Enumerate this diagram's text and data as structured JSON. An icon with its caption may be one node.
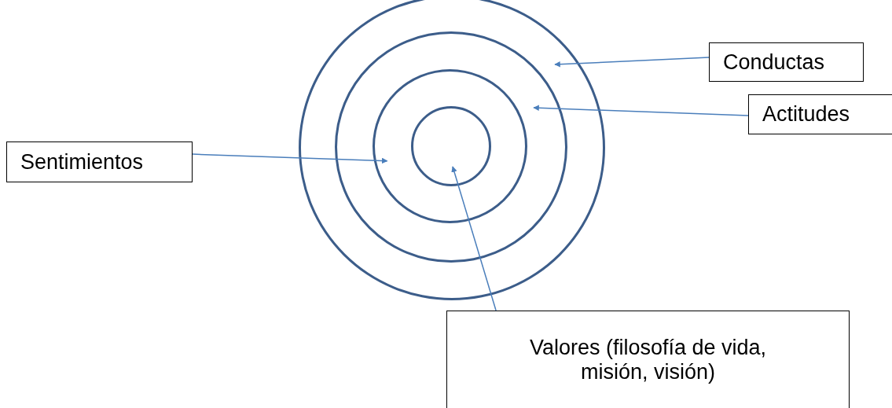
{
  "diagram": {
    "nodes": [
      {
        "text": [],
        "shape": "circle"
      },
      {
        "text": [],
        "shape": "circle",
        "in": 0
      },
      {
        "text": [],
        "shape": "circle",
        "in": 1
      },
      {
        "text": [],
        "shape": "circle",
        "in": 2
      },
      {
        "text": [
          "Conductas"
        ]
      },
      {
        "text": [
          "Actitudes"
        ]
      },
      {
        "text": [
          "Sentimientos"
        ]
      },
      {
        "text": [
          "Valores (filosofía de vida, misión, visión)"
        ]
      }
    ],
    "edges": [
      {
        "from": 4,
        "to": 0,
        "arrow": "to"
      },
      {
        "from": 5,
        "to": 1,
        "arrow": "to"
      },
      {
        "from": 6,
        "to": 2,
        "arrow": "to"
      },
      {
        "from": 7,
        "to": 3,
        "arrow": "to"
      }
    ]
  }
}
